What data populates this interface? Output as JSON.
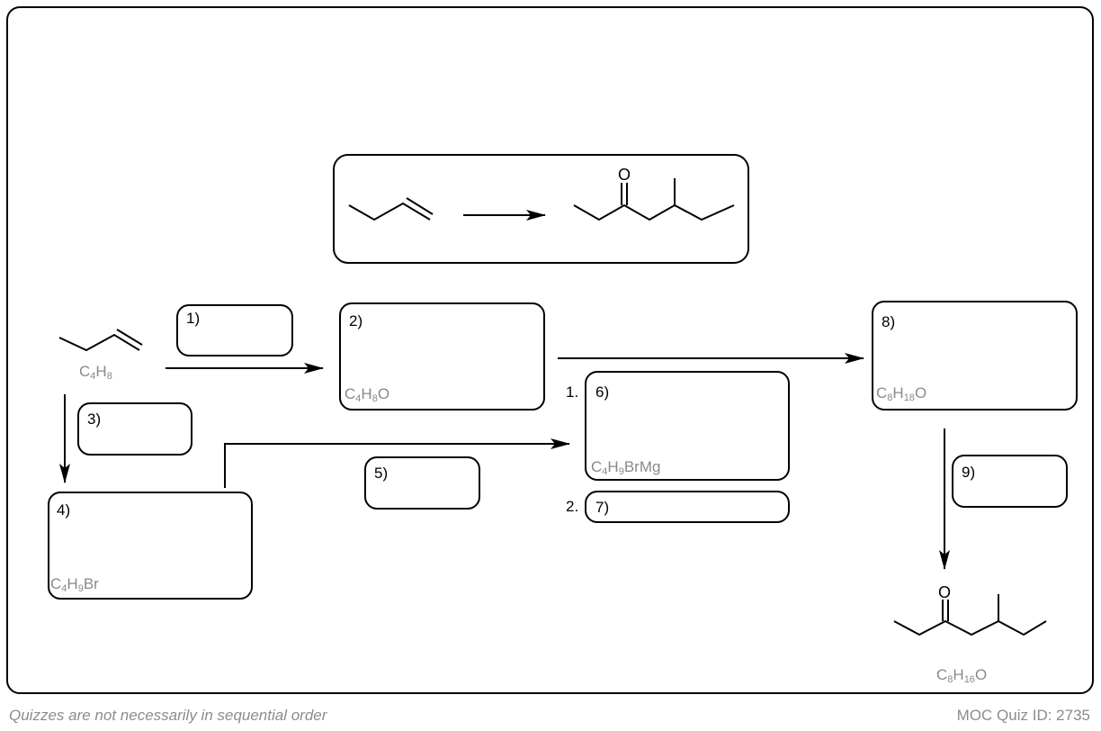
{
  "reaction_overview": {
    "start": "but-1-ene skeletal structure",
    "product": "5-methylheptan-3-one skeletal structure",
    "product_atom_label": "O"
  },
  "start_material": {
    "formula_parts": [
      "C",
      "4",
      "H",
      "8",
      ""
    ]
  },
  "boxes": {
    "b1": {
      "label": "1)"
    },
    "b2": {
      "label": "2)",
      "formula_parts": [
        "C",
        "4",
        "H",
        "8",
        "O"
      ]
    },
    "b3": {
      "label": "3)"
    },
    "b4": {
      "label": "4)",
      "formula_parts": [
        "C",
        "4",
        "H",
        "9",
        "Br"
      ]
    },
    "b5": {
      "label": "5)"
    },
    "b6": {
      "label": "6)",
      "prefix": "1.",
      "formula_parts": [
        "C",
        "4",
        "H",
        "9",
        "BrMg"
      ]
    },
    "b7": {
      "label": "7)",
      "prefix": "2."
    },
    "b8": {
      "label": "8)",
      "formula_parts": [
        "C",
        "8",
        "H",
        "18",
        "O"
      ]
    },
    "b9": {
      "label": "9)"
    }
  },
  "final_product": {
    "atom_label": "O",
    "formula_parts": [
      "C",
      "8",
      "H",
      "16",
      "O"
    ]
  },
  "footer": {
    "left": "Quizzes are not necessarily in sequential order",
    "right": "MOC Quiz ID: 2735"
  },
  "colors": {
    "line": "#000000",
    "formula": "#8a8a8a",
    "footer": "#8c8c8c"
  }
}
